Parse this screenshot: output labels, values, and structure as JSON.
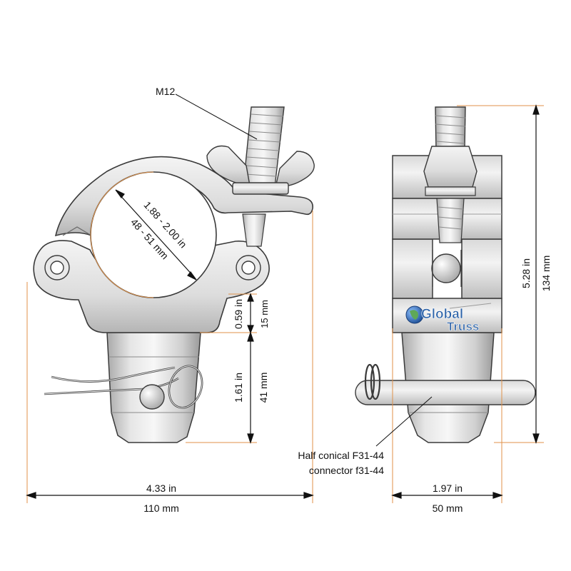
{
  "colors": {
    "metal_light": "#f2f2f2",
    "metal_mid": "#d4d4d4",
    "metal_dark": "#9c9c9c",
    "outline": "#3a3a3a",
    "dimension": "#111111",
    "extension_line": "#e0924a",
    "logo_blue": "#2b62a8",
    "logo_orange": "#f0922a"
  },
  "labels": {
    "thread": "M12",
    "tube_range_in": "1.88 - 2.00 in",
    "tube_range_mm": "48 - 51 mm",
    "plate_in": "0.59 in",
    "plate_mm": "15 mm",
    "spigot_in": "1.61 in",
    "spigot_mm": "41 mm",
    "width_in": "4.33 in",
    "width_mm": "110 mm",
    "depth_in": "1.97 in",
    "depth_mm": "50 mm",
    "height_in": "5.28 in",
    "height_mm": "134 mm",
    "connector_line1": "Half conical F31-44",
    "connector_line2": "connector f31-44"
  },
  "logo": {
    "word1": "Global",
    "word2": "Truss",
    "icon": "globe-icon"
  }
}
